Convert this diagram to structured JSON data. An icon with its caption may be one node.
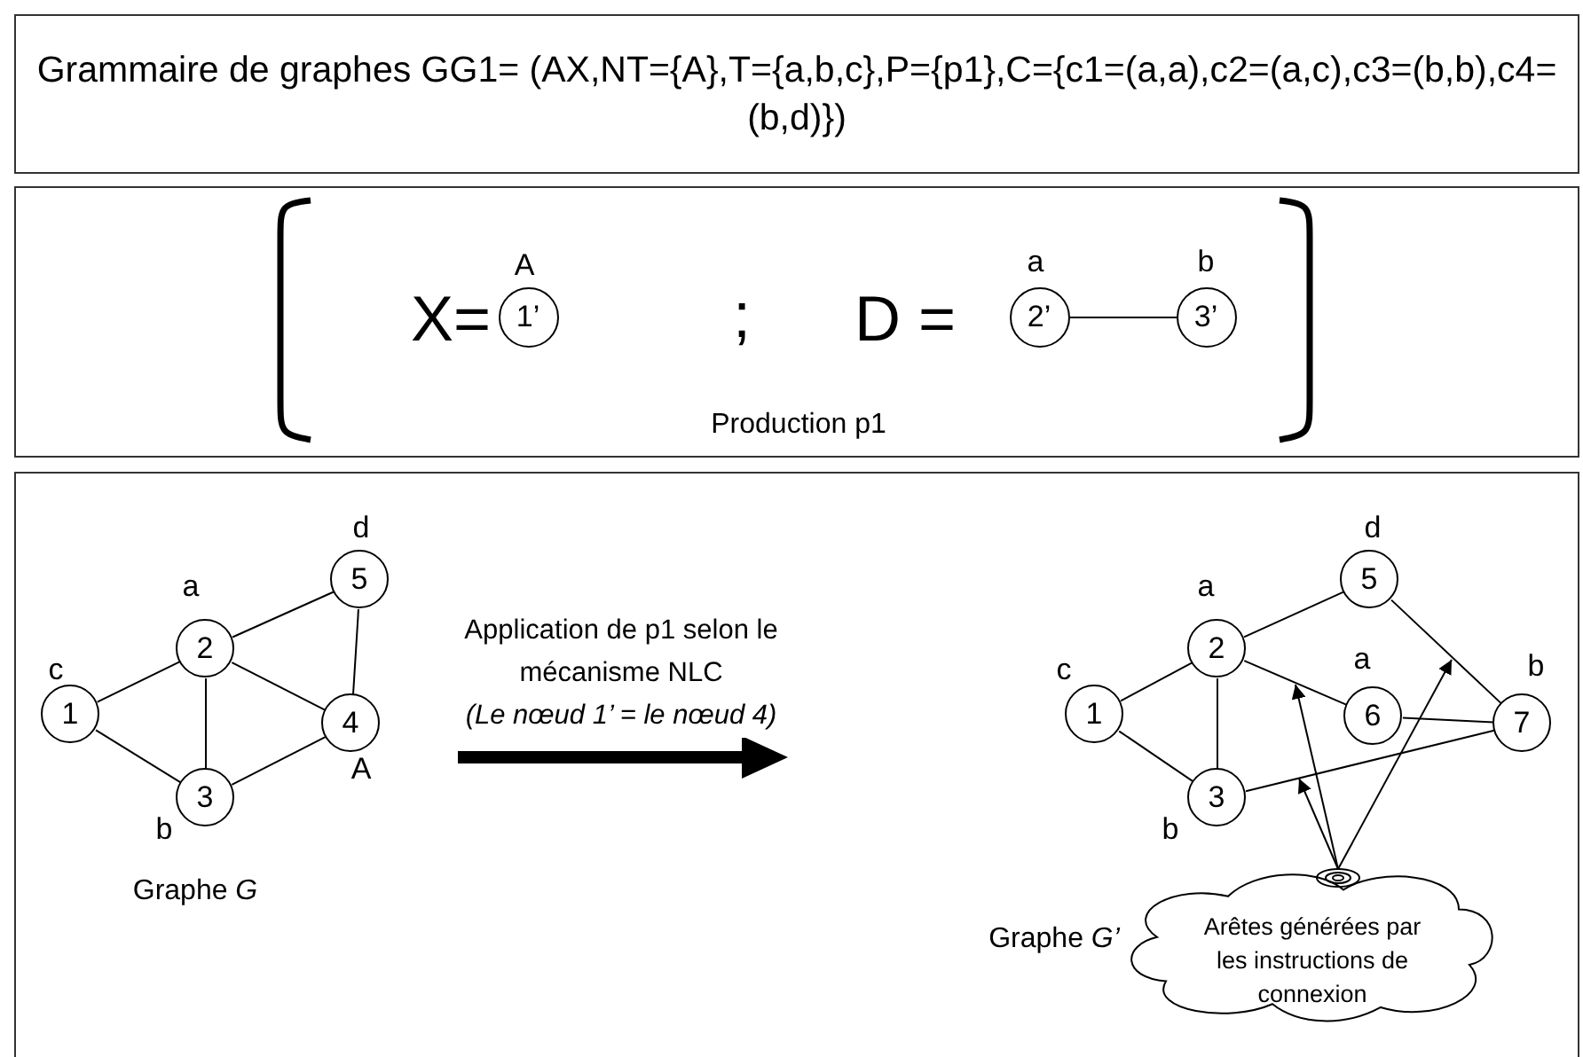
{
  "diagram": {
    "nodes": [
      {
        "text": [
          "Grammaire de graphes GG1= (AX,NT={A},T={a,b,c},P={p1},C={c1=(a,a),c2=(a,c),c3=(b,b),c4=(b,d)})"
        ]
      },
      {
        "text": [
          "Production p1"
        ]
      },
      {
        "text": [],
        "shape": "box"
      },
      {
        "text": [
          "1’"
        ],
        "beside": [
          "A"
        ],
        "in": 1
      },
      {
        "text": [
          "2’"
        ],
        "beside": [
          "a"
        ],
        "in": 1
      },
      {
        "text": [
          "3’"
        ],
        "beside": [
          "b"
        ],
        "in": 1
      },
      {
        "text": [
          "1"
        ],
        "beside": [
          "c"
        ],
        "in": 2
      },
      {
        "text": [
          "2"
        ],
        "beside": [
          "a"
        ],
        "in": 2
      },
      {
        "text": [
          "3"
        ],
        "beside": [
          "b"
        ],
        "in": 2
      },
      {
        "text": [
          "4"
        ],
        "beside": [
          "A"
        ],
        "in": 2
      },
      {
        "text": [
          "5"
        ],
        "beside": [
          "d"
        ],
        "in": 2
      },
      {
        "text": [
          "1"
        ],
        "beside": [
          "c"
        ],
        "in": 2
      },
      {
        "text": [
          "2"
        ],
        "beside": [
          "a"
        ],
        "in": 2
      },
      {
        "text": [
          "3"
        ],
        "beside": [
          "b"
        ],
        "in": 2
      },
      {
        "text": [
          "5"
        ],
        "beside": [
          "d"
        ],
        "in": 2
      },
      {
        "text": [
          "6"
        ],
        "beside": [
          "a"
        ],
        "in": 2
      },
      {
        "text": [
          "7"
        ],
        "beside": [
          "b"
        ],
        "in": 2
      },
      {
        "text": [
          "Arêtes générées par les instructions de connexion"
        ],
        "in": 2
      }
    ],
    "edges": [
      {
        "from": 4,
        "to": 5,
        "arrow": "none"
      },
      {
        "from": 6,
        "to": 7,
        "arrow": "none"
      },
      {
        "from": 6,
        "to": 8,
        "arrow": "none"
      },
      {
        "from": 7,
        "to": 8,
        "arrow": "none"
      },
      {
        "from": 7,
        "to": 9,
        "arrow": "none"
      },
      {
        "from": 7,
        "to": 10,
        "arrow": "none"
      },
      {
        "from": 8,
        "to": 9,
        "arrow": "none"
      },
      {
        "from": 9,
        "to": 10,
        "arrow": "none"
      },
      {
        "from": 11,
        "to": 12,
        "arrow": "none"
      },
      {
        "from": 11,
        "to": 13,
        "arrow": "none"
      },
      {
        "from": 12,
        "to": 13,
        "arrow": "none"
      },
      {
        "from": 12,
        "to": 14,
        "arrow": "none"
      },
      {
        "from": 12,
        "to": 15,
        "arrow": "none"
      },
      {
        "from": 15,
        "to": 16,
        "arrow": "none"
      },
      {
        "from": 13,
        "to": 16,
        "arrow": "none"
      },
      {
        "from": 14,
        "to": 16,
        "arrow": "none"
      },
      {
        "from": 17,
        "to": null,
        "arrow": "to"
      },
      {
        "from": 17,
        "to": null,
        "arrow": "to"
      },
      {
        "from": 17,
        "to": null,
        "arrow": "to"
      }
    ],
    "labels": [
      "X=",
      ";",
      "D =",
      "Application de p1 selon le mécanisme NLC *(Le nœud 1’ = le nœud 4)*",
      "Graphe *G*",
      "Graphe *G’*"
    ]
  }
}
